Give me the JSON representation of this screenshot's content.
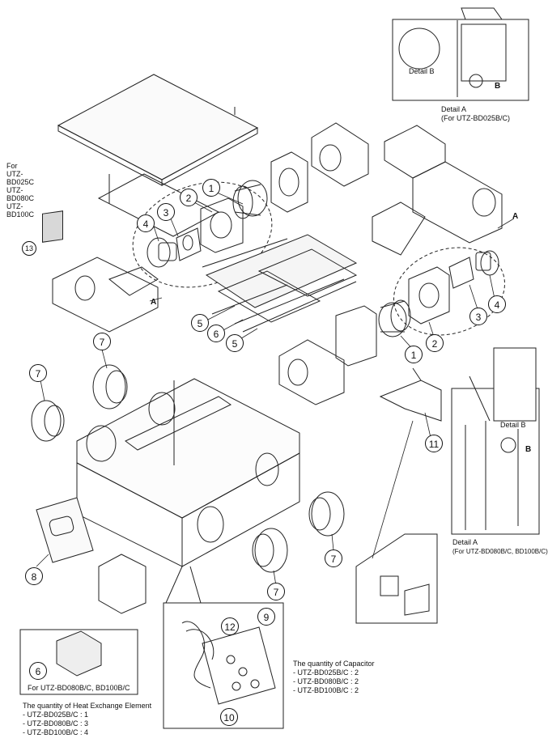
{
  "left_panel": {
    "heading": "For",
    "models": [
      "UTZ-BD025C",
      "UTZ-BD080C",
      "UTZ-BD100C"
    ]
  },
  "callouts": {
    "c1": "1",
    "c2": "2",
    "c3": "3",
    "c4": "4",
    "c5": "5",
    "c6": "6",
    "c7": "7",
    "c8": "8",
    "c9": "9",
    "c10": "10",
    "c11": "11",
    "c12": "12",
    "c13": "13"
  },
  "labels": {
    "A": "A",
    "B": "B"
  },
  "detail_top": {
    "detail_b": "Detail B",
    "title": "Detail A",
    "subtitle": "(For UTZ-BD025B/C)"
  },
  "detail_right": {
    "detail_b": "Detail B",
    "title": "Detail A",
    "subtitle": "(For UTZ-BD080B/C, BD100B/C)"
  },
  "element6_box": {
    "caption": "For UTZ-BD080B/C, BD100B/C"
  },
  "heat_exchange": {
    "title": "The quantity of Heat Exchange Element",
    "items": [
      "- UTZ-BD025B/C : 1",
      "- UTZ-BD080B/C : 3",
      "- UTZ-BD100B/C : 4"
    ]
  },
  "capacitor": {
    "title": "The quantity of Capacitor",
    "items": [
      "- UTZ-BD025B/C : 2",
      "- UTZ-BD080B/C : 2",
      "- UTZ-BD100B/C : 2"
    ]
  }
}
